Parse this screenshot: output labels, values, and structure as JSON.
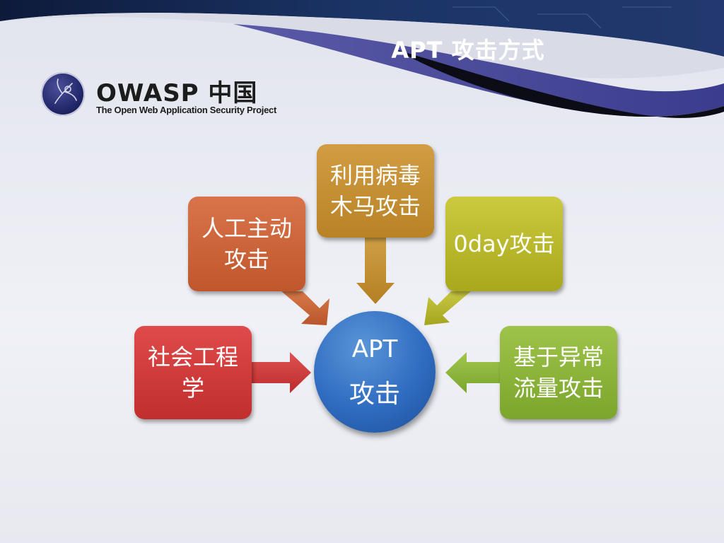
{
  "slide": {
    "title": "APT 攻击方式"
  },
  "logo": {
    "name": "OWASP 中国",
    "tagline": "The Open Web Application Security Project"
  },
  "diagram": {
    "center": {
      "line1": "APT",
      "line2": "攻击"
    },
    "nodes": [
      {
        "id": "human",
        "line1": "人工主动",
        "line2": "攻击",
        "color": "#d0633a"
      },
      {
        "id": "virus",
        "line1": "利用病毒",
        "line2": "木马攻击",
        "color": "#c8922e"
      },
      {
        "id": "zeroday",
        "line1": "0day攻击",
        "line2": "",
        "color": "#b6b52a"
      },
      {
        "id": "social",
        "line1": "社会工程",
        "line2": "学",
        "color": "#d23c3c"
      },
      {
        "id": "traffic",
        "line1": "基于异常",
        "line2": "流量攻击",
        "color": "#8cb43a"
      }
    ]
  }
}
